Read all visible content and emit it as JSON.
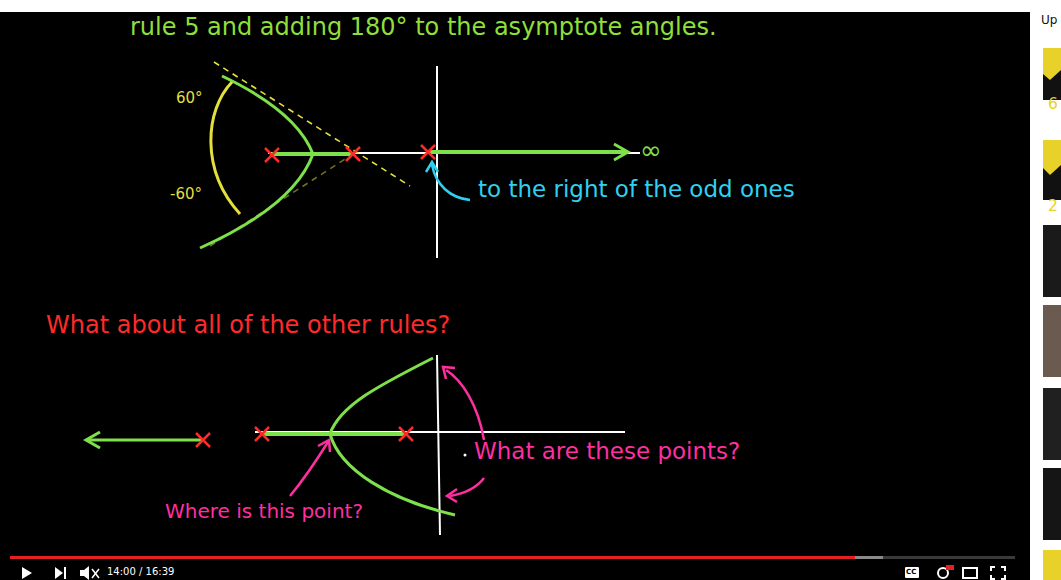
{
  "diagram": {
    "labels": [
      "rule 5 and adding 180° to the asymptote angles.",
      "60°",
      "-60°",
      "∞",
      "to the right of the odd ones",
      "What about all of the other rules?",
      "What are these points?",
      "Where is this point?",
      "14:00 / 16:39",
      "CC",
      "Up",
      "6",
      "2"
    ]
  }
}
